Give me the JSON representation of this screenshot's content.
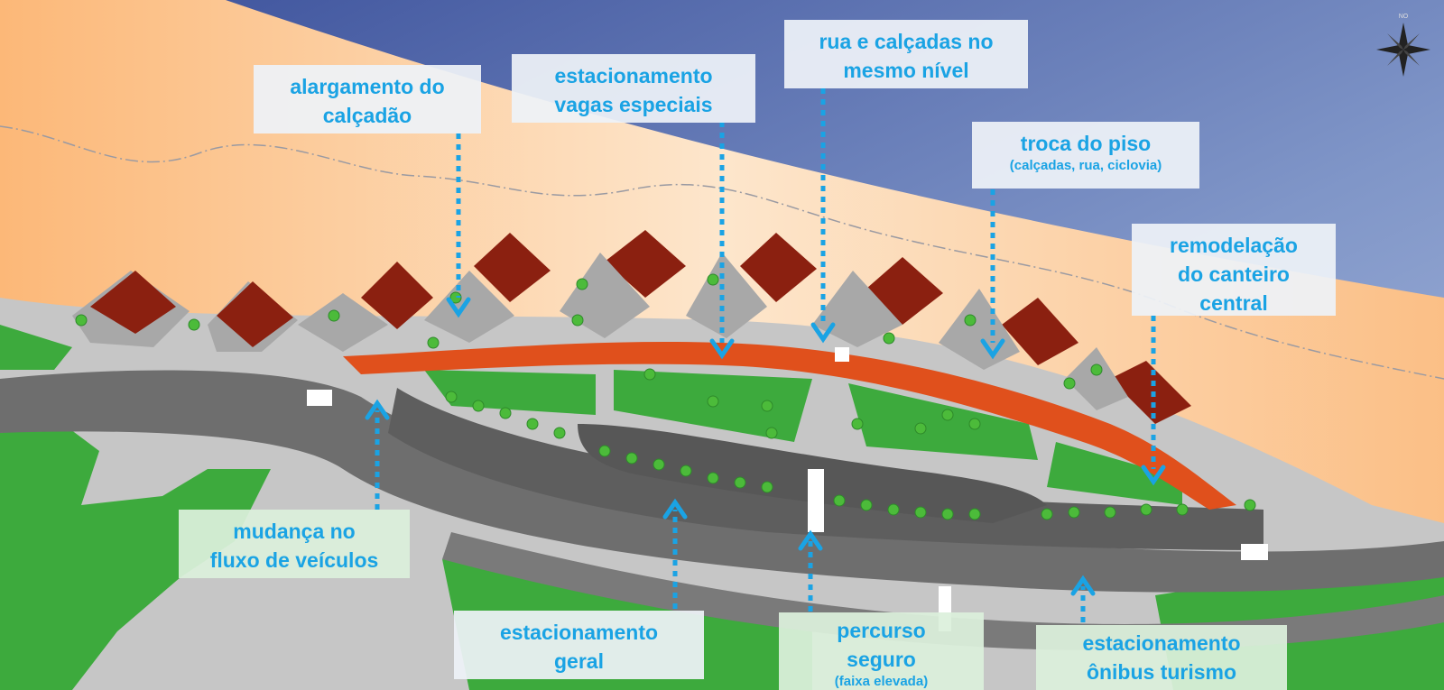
{
  "labels": {
    "alargamento": {
      "line1": "alargamento do",
      "line2": "calçadão"
    },
    "estac_especiais": {
      "line1": "estacionamento",
      "line2": "vagas especiais"
    },
    "rua_calcadas": {
      "line1": "rua e calçadas no",
      "line2": "mesmo nível"
    },
    "troca_piso": {
      "line1": "troca do piso",
      "sub": "(calçadas, rua, ciclovia)"
    },
    "remodelacao": {
      "line1": "remodelação",
      "line2": "do canteiro",
      "line3": "central"
    },
    "mudanca": {
      "line1": "mudança no",
      "line2": "fluxo de veículos"
    },
    "estac_geral": {
      "line1": "estacionamento",
      "line2": "geral"
    },
    "percurso": {
      "line1": "percurso",
      "line2": "seguro",
      "sub": "(faixa elevada)"
    },
    "estac_onibus": {
      "line1": "estacionamento",
      "line2": "ônibus turismo"
    }
  },
  "compass": {
    "letters": "NO"
  },
  "colors": {
    "sea": "#5b6fa6",
    "sand": "#fde3c6",
    "pavement": "#bfbfbf",
    "road": "#6e6e6e",
    "grass": "#3daa3d",
    "boardwalk": "#e0501c",
    "roofs": "#8b2010",
    "arrow": "#1aa3e4"
  }
}
